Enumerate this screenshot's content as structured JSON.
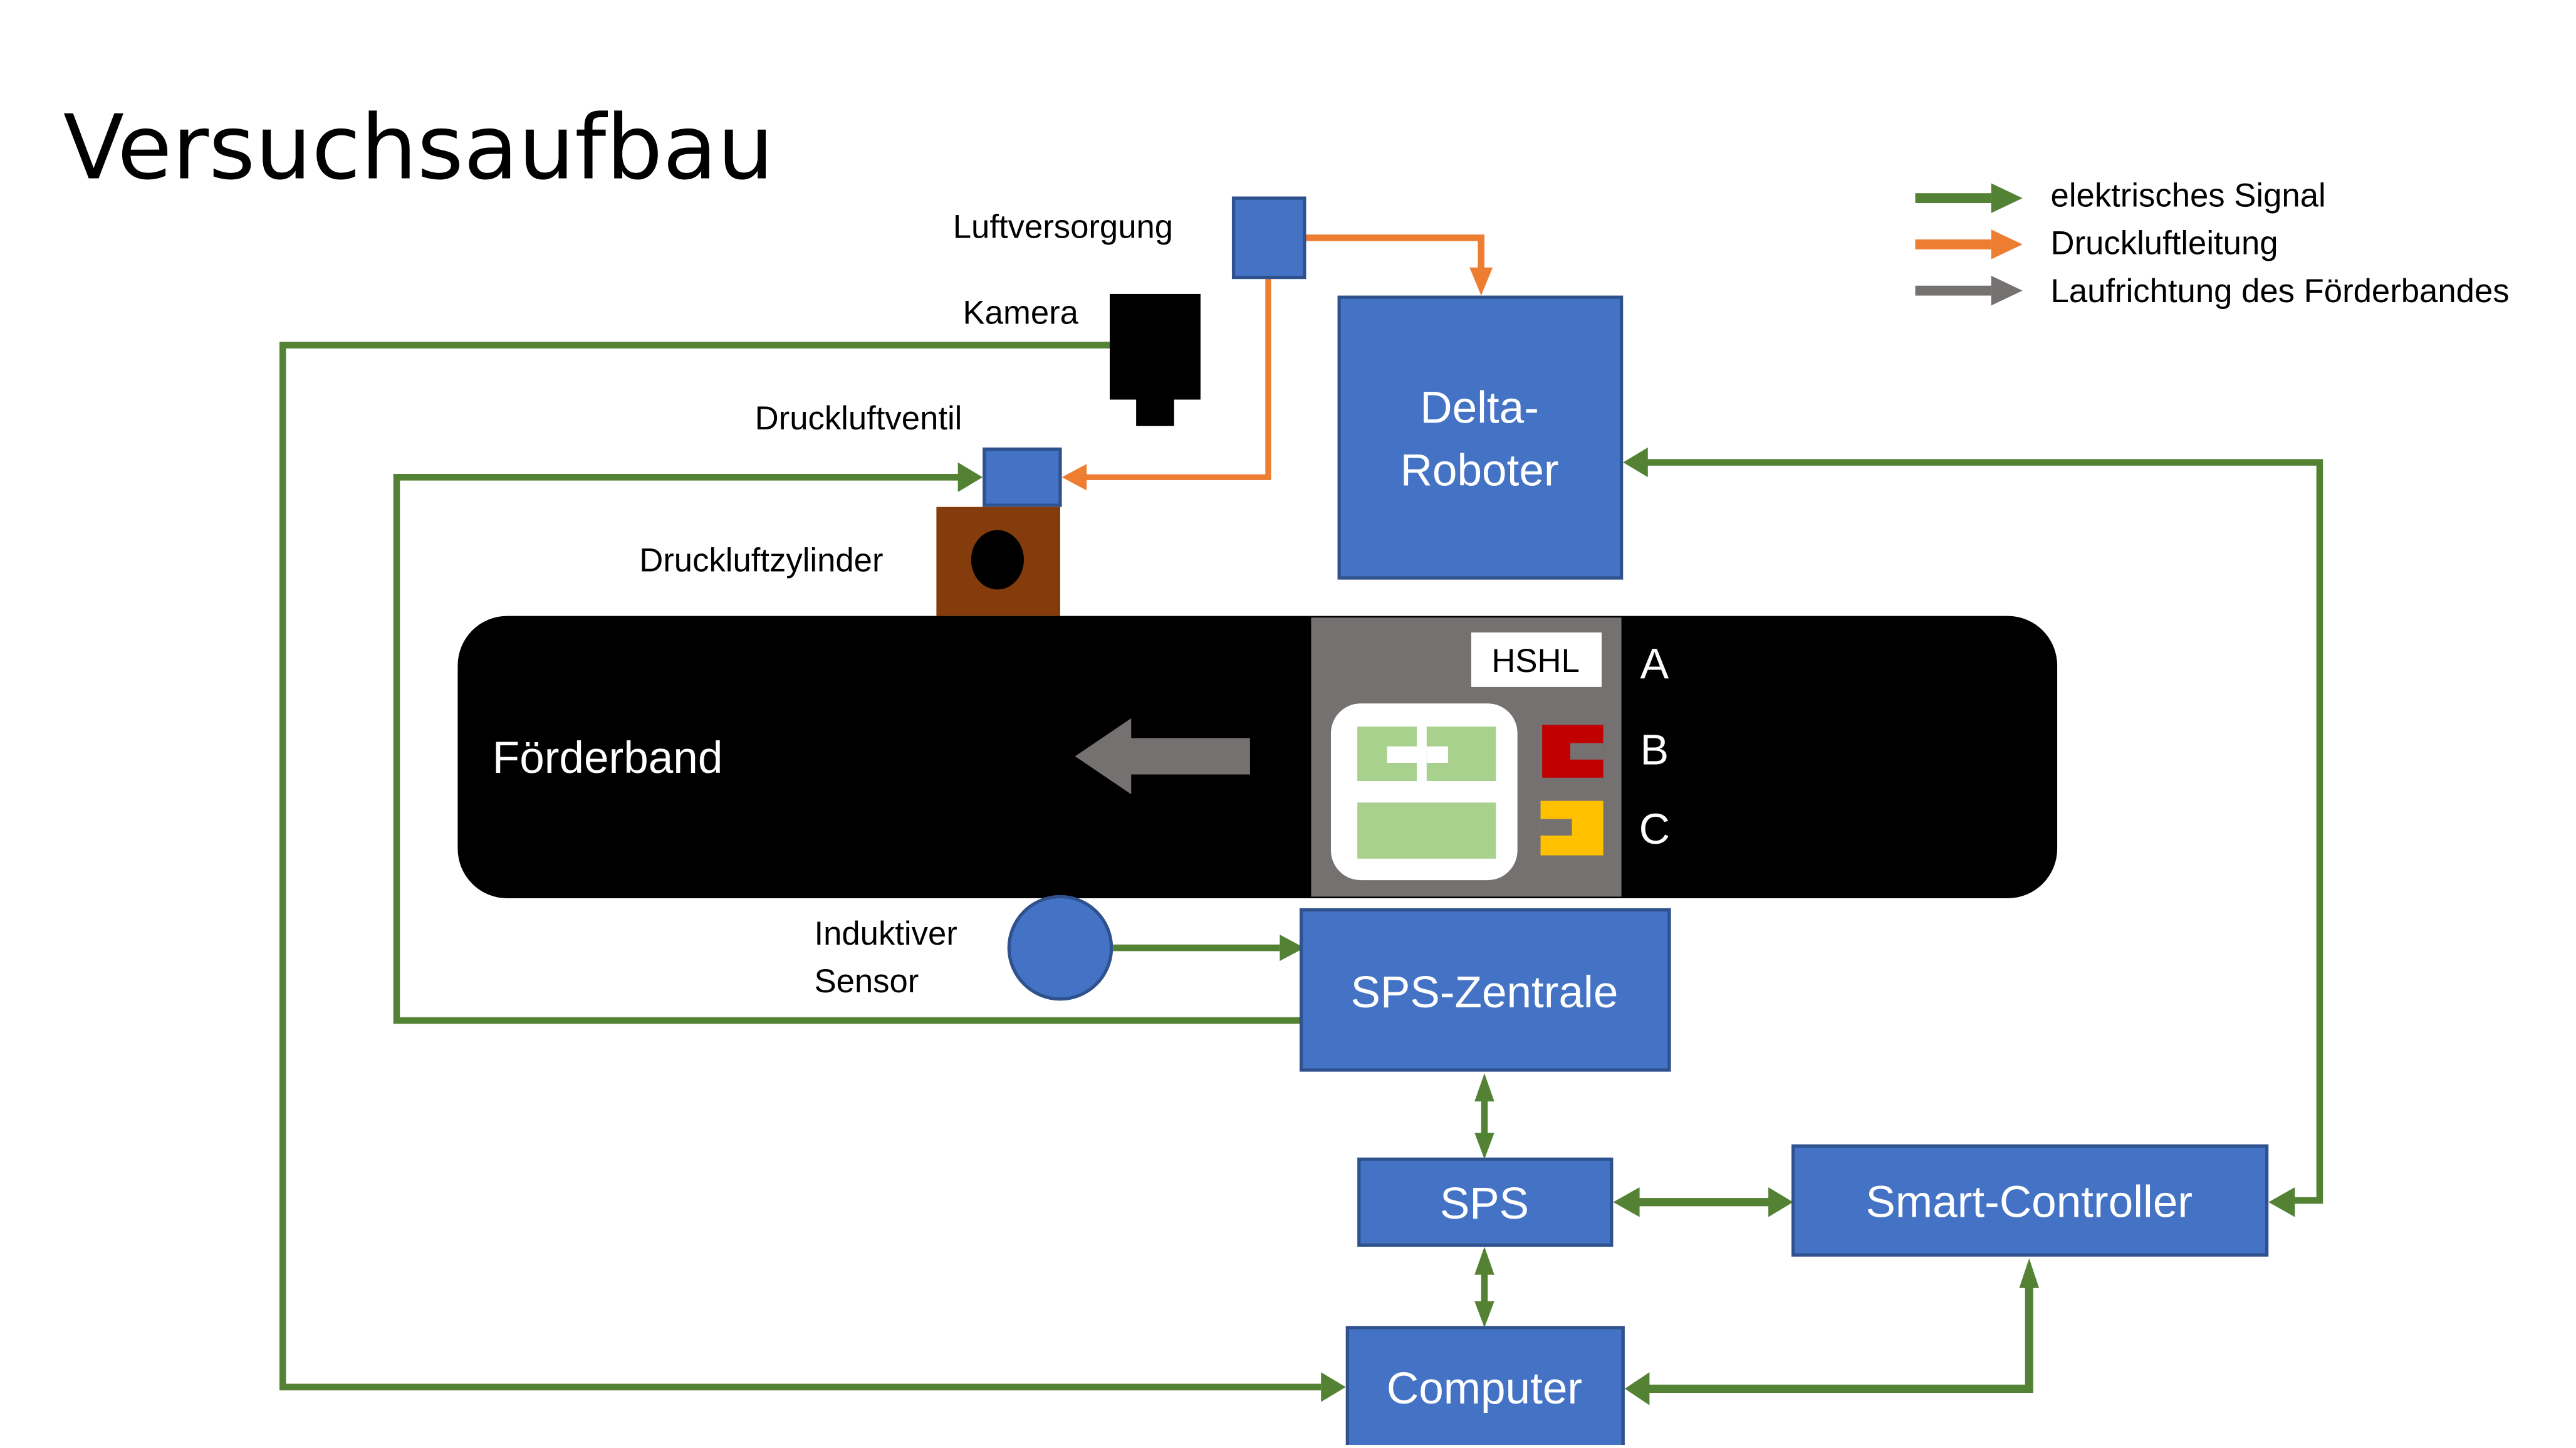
{
  "title": "Versuchsaufbau",
  "colors": {
    "signal": "#548235",
    "air": "#ED7D31",
    "direction": "#767171",
    "box_fill": "#4472C4",
    "box_stroke": "#2F528F",
    "belt": "#000000",
    "cylinder": "#843C0C",
    "product_panel": "#767171",
    "product_green": "#A9D18E",
    "part_red": "#C00000",
    "part_yellow": "#FFC000"
  },
  "legend": [
    {
      "color_key": "signal",
      "label": "elektrisches Signal"
    },
    {
      "color_key": "air",
      "label": "Druckluftleitung"
    },
    {
      "color_key": "direction",
      "label": "Laufrichtung des Förderbandes"
    }
  ],
  "components": {
    "luftversorgung": {
      "label": "Luftversorgung"
    },
    "kamera": {
      "label": "Kamera"
    },
    "druckluftventil": {
      "label": "Druckluftventil"
    },
    "druckluftzylinder": {
      "label": "Druckluftzylinder"
    },
    "delta_roboter": {
      "line1": "Delta-",
      "line2": "Roboter"
    },
    "foerderband": {
      "label": "Förderband"
    },
    "hshl": {
      "label": "HSHL"
    },
    "slots": [
      "A",
      "B",
      "C"
    ],
    "induktiver_sensor": {
      "line1": "Induktiver",
      "line2": "Sensor"
    },
    "sps_zentrale": {
      "label": "SPS-Zentrale"
    },
    "sps": {
      "label": "SPS"
    },
    "smart_controller": {
      "label": "Smart-Controller"
    },
    "computer": {
      "label": "Computer"
    }
  }
}
